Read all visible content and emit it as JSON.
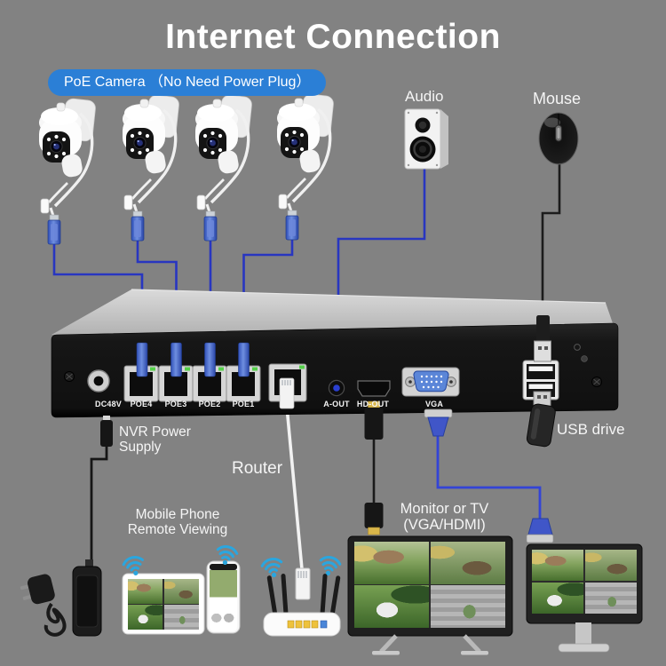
{
  "title": "Internet Connection",
  "banner": "PoE Camera （No Need Power Plug）",
  "labels": {
    "audio": "Audio",
    "mouse": "Mouse",
    "usb_drive": "USB drive",
    "nvr_power": "NVR Power\nSupply",
    "router": "Router",
    "mobile_line1": "Mobile Phone",
    "mobile_line2": "Remote Viewing",
    "monitor_line1": "Monitor or TV",
    "monitor_line2": "(VGA/HDMI)"
  },
  "nvr": {
    "port_labels": [
      "DC48V",
      "POE4",
      "POE3",
      "POE2",
      "POE1",
      "A-OUT",
      "HD-OUT",
      "VGA"
    ]
  },
  "colors": {
    "background": "#828282",
    "banner_blue": "#2b7fd6",
    "cable_blue": "#2836c0",
    "vga_cable_blue": "#3344d6",
    "wifi_blue": "#2aa6df",
    "port_led_green": "#55d04a",
    "ethernet_plug_blue": "#3a63c8",
    "label_white": "#f5f5f5"
  }
}
